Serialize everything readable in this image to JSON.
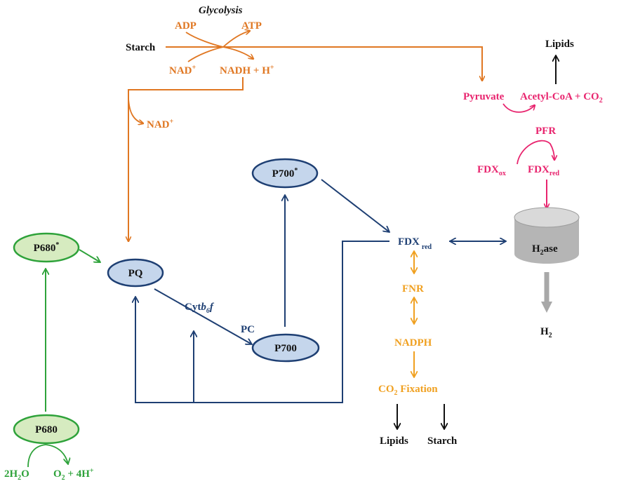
{
  "colors": {
    "orange": "#E07722",
    "pink": "#E8246E",
    "navy": "#1E3F73",
    "green": "#2EA23A",
    "amber": "#F0A020",
    "black": "#111111",
    "gray": "#A8A8A8",
    "green_fill": "#D6EBC0",
    "blue_fill": "#C5D6EC"
  },
  "glycolysis": {
    "title": "Glycolysis",
    "adp": "ADP",
    "atp": "ATP",
    "starch": "Starch",
    "nad_in": "NAD",
    "nadh": "NADH +  H",
    "nad_out": "NAD",
    "plus_sup": "+"
  },
  "pyruvate": {
    "pyruvate": "Pyruvate",
    "acetyl": "Acetyl-CoA  + CO",
    "co2_sub": "2",
    "lipids": "Lipids",
    "pfr": "PFR",
    "fdx_ox": "FDX",
    "ox_sub": "ox",
    "fdx_red": "FDX",
    "red_sub": "red"
  },
  "hydrogenase": {
    "label_h": "H",
    "label_sub": "2",
    "label_rest": "ase",
    "h2": "H",
    "h2_sub": "2"
  },
  "photosystem": {
    "p680_star": "P680",
    "star": "*",
    "pq": "PQ",
    "p700_star": "P700",
    "p700": "P700",
    "p680": "P680",
    "cyt": "Cyt",
    "cyt_b": "b",
    "cyt_6": "6",
    "cyt_f": "f",
    "pc": "PC",
    "water_2": "2H",
    "water_sub": "2",
    "water_o": "O",
    "o2_sub": "2",
    "o2_rest": " + 4H",
    "plus_sup": "+"
  },
  "electron_chain": {
    "fdx": "FDX",
    "fdx_sub": "red",
    "fnr": "FNR",
    "nadph": "NADPH",
    "co2": "CO",
    "co2_sub": "2",
    "fixation": "  Fixation",
    "lipids": "Lipids",
    "starch": "Starch"
  }
}
